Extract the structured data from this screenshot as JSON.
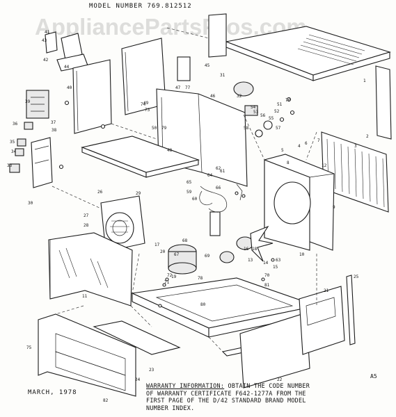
{
  "header": {
    "model_number": "MODEL NUMBER 769.812512"
  },
  "watermark": {
    "text": "AppliancePartsPros.com"
  },
  "footer": {
    "date": "MARCH, 1978",
    "corner_code": "A5",
    "warranty_lines": [
      {
        "lead": "WARRANTY INFORMATION:",
        "rest": " OBTAIN THE CODE NUMBER"
      },
      {
        "lead": "",
        "rest": "OF WARRANTY CERTIFICATE F642-1277A FROM THE"
      },
      {
        "lead": "",
        "rest": "FIRST PAGE OF THE D/42 STANDARD BRAND MODEL"
      },
      {
        "lead": "",
        "rest": "NUMBER INDEX."
      }
    ]
  },
  "callouts": [
    "1",
    "2",
    "3",
    "4",
    "5",
    "6",
    "7",
    "8",
    "9",
    "10",
    "11",
    "12",
    "13",
    "14",
    "15",
    "16",
    "17",
    "18",
    "19",
    "20",
    "21",
    "22",
    "23",
    "24",
    "25",
    "26",
    "27",
    "28",
    "29",
    "30",
    "31",
    "32",
    "33",
    "34",
    "35",
    "36",
    "37",
    "38",
    "39",
    "40",
    "41",
    "42",
    "43",
    "44",
    "45",
    "46",
    "47",
    "48",
    "49",
    "50",
    "51",
    "52",
    "53",
    "54",
    "55",
    "56",
    "57",
    "58",
    "59",
    "60",
    "61",
    "62",
    "63",
    "64",
    "65",
    "66",
    "67",
    "68",
    "69",
    "70",
    "71",
    "72",
    "73",
    "74",
    "75",
    "76",
    "77",
    "78",
    "79",
    "80",
    "81",
    "82"
  ]
}
